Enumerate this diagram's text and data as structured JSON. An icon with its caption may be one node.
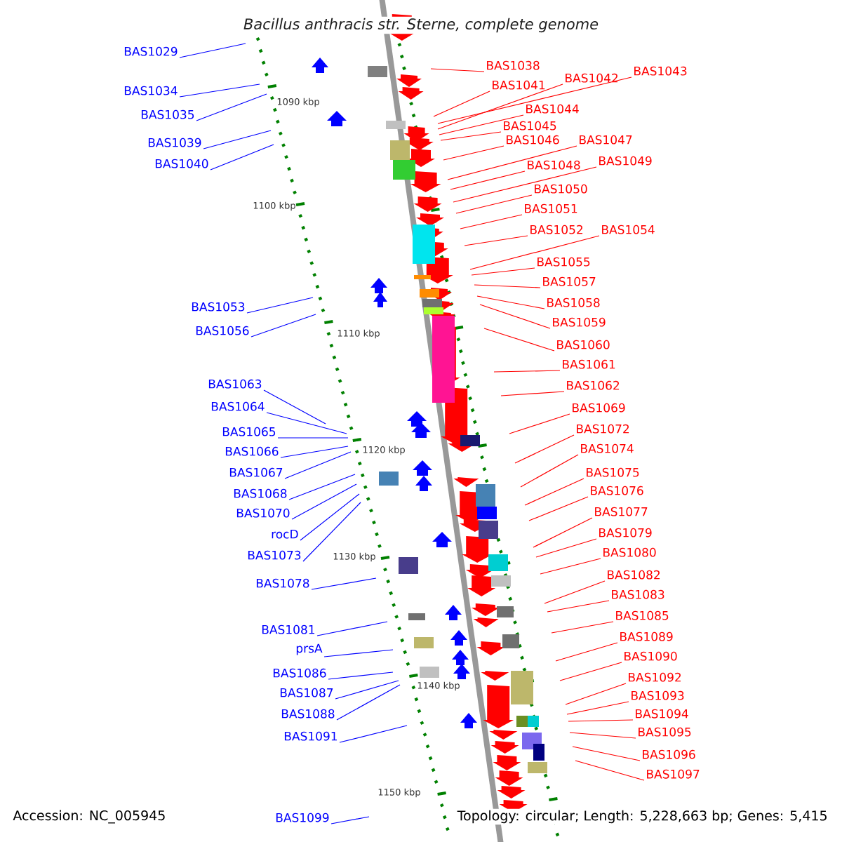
{
  "diagram": {
    "title": "*Bacillus anthracis* str. Sterne, complete genome",
    "nodes": [
      {
        "text": [
          "BAS1029"
        ]
      },
      {
        "text": [
          "BAS1034"
        ]
      },
      {
        "text": [
          "BAS1035"
        ]
      },
      {
        "text": [
          "BAS1039"
        ]
      },
      {
        "text": [
          "BAS1040"
        ]
      },
      {
        "text": [
          "BAS1053"
        ]
      },
      {
        "text": [
          "BAS1056"
        ]
      },
      {
        "text": [
          "BAS1063"
        ]
      },
      {
        "text": [
          "BAS1064"
        ]
      },
      {
        "text": [
          "BAS1065"
        ]
      },
      {
        "text": [
          "BAS1066"
        ]
      },
      {
        "text": [
          "BAS1067"
        ]
      },
      {
        "text": [
          "BAS1068"
        ]
      },
      {
        "text": [
          "BAS1070"
        ]
      },
      {
        "text": [
          "rocD"
        ]
      },
      {
        "text": [
          "BAS1073"
        ]
      },
      {
        "text": [
          "BAS1078"
        ]
      },
      {
        "text": [
          "BAS1081"
        ]
      },
      {
        "text": [
          "prsA"
        ]
      },
      {
        "text": [
          "BAS1086"
        ]
      },
      {
        "text": [
          "BAS1087"
        ]
      },
      {
        "text": [
          "BAS1088"
        ]
      },
      {
        "text": [
          "BAS1091"
        ]
      },
      {
        "text": [
          "BAS1099"
        ]
      },
      {
        "text": [
          "BAS1038"
        ]
      },
      {
        "text": [
          "BAS1041"
        ]
      },
      {
        "text": [
          "BAS1042"
        ]
      },
      {
        "text": [
          "BAS1043"
        ]
      },
      {
        "text": [
          "BAS1044"
        ]
      },
      {
        "text": [
          "BAS1045"
        ]
      },
      {
        "text": [
          "BAS1046"
        ]
      },
      {
        "text": [
          "BAS1047"
        ]
      },
      {
        "text": [
          "BAS1048"
        ]
      },
      {
        "text": [
          "BAS1049"
        ]
      },
      {
        "text": [
          "BAS1050"
        ]
      },
      {
        "text": [
          "BAS1051"
        ]
      },
      {
        "text": [
          "BAS1052"
        ]
      },
      {
        "text": [
          "BAS1054"
        ]
      },
      {
        "text": [
          "BAS1055"
        ]
      },
      {
        "text": [
          "BAS1057"
        ]
      },
      {
        "text": [
          "BAS1058"
        ]
      },
      {
        "text": [
          "BAS1059"
        ]
      },
      {
        "text": [
          "BAS1060"
        ]
      },
      {
        "text": [
          "BAS1061"
        ]
      },
      {
        "text": [
          "BAS1062"
        ]
      },
      {
        "text": [
          "BAS1069"
        ]
      },
      {
        "text": [
          "BAS1072"
        ]
      },
      {
        "text": [
          "BAS1074"
        ]
      },
      {
        "text": [
          "BAS1075"
        ]
      },
      {
        "text": [
          "BAS1076"
        ]
      },
      {
        "text": [
          "BAS1077"
        ]
      },
      {
        "text": [
          "BAS1079"
        ]
      },
      {
        "text": [
          "BAS1080"
        ]
      },
      {
        "text": [
          "BAS1082"
        ]
      },
      {
        "text": [
          "BAS1083"
        ]
      },
      {
        "text": [
          "BAS1085"
        ]
      },
      {
        "text": [
          "BAS1089"
        ]
      },
      {
        "text": [
          "BAS1090"
        ]
      },
      {
        "text": [
          "BAS1092"
        ]
      },
      {
        "text": [
          "BAS1093"
        ]
      },
      {
        "text": [
          "BAS1094"
        ]
      },
      {
        "text": [
          "BAS1095"
        ]
      },
      {
        "text": [
          "BAS1096"
        ]
      },
      {
        "text": [
          "BAS1097"
        ]
      }
    ],
    "edges": [
      {
        "from": 0,
        "to": null,
        "arrow": "none",
        "color": "#0000ff"
      },
      {
        "from": 1,
        "to": null,
        "arrow": "none",
        "color": "#0000ff"
      },
      {
        "from": 2,
        "to": null,
        "arrow": "none",
        "color": "#0000ff"
      },
      {
        "from": 3,
        "to": null,
        "arrow": "none",
        "color": "#0000ff"
      },
      {
        "from": 4,
        "to": null,
        "arrow": "none",
        "color": "#0000ff"
      },
      {
        "from": 5,
        "to": null,
        "arrow": "none",
        "color": "#0000ff"
      },
      {
        "from": 6,
        "to": null,
        "arrow": "none",
        "color": "#0000ff"
      },
      {
        "from": 7,
        "to": null,
        "arrow": "none",
        "color": "#0000ff"
      },
      {
        "from": 8,
        "to": null,
        "arrow": "none",
        "color": "#0000ff"
      },
      {
        "from": 9,
        "to": null,
        "arrow": "none",
        "color": "#0000ff"
      },
      {
        "from": 10,
        "to": null,
        "arrow": "none",
        "color": "#0000ff"
      },
      {
        "from": 11,
        "to": null,
        "arrow": "none",
        "color": "#0000ff"
      },
      {
        "from": 12,
        "to": null,
        "arrow": "none",
        "color": "#0000ff"
      },
      {
        "from": 13,
        "to": null,
        "arrow": "none",
        "color": "#0000ff"
      },
      {
        "from": 14,
        "to": null,
        "arrow": "none",
        "color": "#0000ff"
      },
      {
        "from": 15,
        "to": null,
        "arrow": "none",
        "color": "#0000ff"
      },
      {
        "from": 16,
        "to": null,
        "arrow": "none",
        "color": "#0000ff"
      },
      {
        "from": 17,
        "to": null,
        "arrow": "none",
        "color": "#0000ff"
      },
      {
        "from": 18,
        "to": null,
        "arrow": "none",
        "color": "#0000ff"
      },
      {
        "from": 19,
        "to": null,
        "arrow": "none",
        "color": "#0000ff"
      },
      {
        "from": 20,
        "to": null,
        "arrow": "none",
        "color": "#0000ff"
      },
      {
        "from": 21,
        "to": null,
        "arrow": "none",
        "color": "#0000ff"
      },
      {
        "from": 22,
        "to": null,
        "arrow": "none",
        "color": "#0000ff"
      },
      {
        "from": 23,
        "to": null,
        "arrow": "none",
        "color": "#0000ff"
      },
      {
        "from": 24,
        "to": null,
        "arrow": "none"
      },
      {
        "from": 25,
        "to": null,
        "arrow": "none"
      },
      {
        "from": 26,
        "to": null,
        "arrow": "none"
      },
      {
        "from": 27,
        "to": null,
        "arrow": "none"
      },
      {
        "from": 28,
        "to": null,
        "arrow": "none"
      },
      {
        "from": 29,
        "to": null,
        "arrow": "none"
      },
      {
        "from": 30,
        "to": null,
        "arrow": "none"
      },
      {
        "from": 31,
        "to": null,
        "arrow": "none"
      },
      {
        "from": 32,
        "to": null,
        "arrow": "none"
      },
      {
        "from": 33,
        "to": null,
        "arrow": "none"
      },
      {
        "from": 34,
        "to": null,
        "arrow": "none"
      },
      {
        "from": 35,
        "to": null,
        "arrow": "none"
      },
      {
        "from": 36,
        "to": null,
        "arrow": "none"
      },
      {
        "from": 37,
        "to": null,
        "arrow": "none"
      },
      {
        "from": 38,
        "to": null,
        "arrow": "none"
      },
      {
        "from": 39,
        "to": null,
        "arrow": "none"
      },
      {
        "from": 40,
        "to": null,
        "arrow": "none"
      },
      {
        "from": 41,
        "to": null,
        "arrow": "none"
      },
      {
        "from": 42,
        "to": null,
        "arrow": "none"
      },
      {
        "from": 43,
        "to": null,
        "arrow": "none"
      },
      {
        "from": 44,
        "to": null,
        "arrow": "none"
      },
      {
        "from": 45,
        "to": null,
        "arrow": "none"
      },
      {
        "from": 46,
        "to": null,
        "arrow": "none"
      },
      {
        "from": 47,
        "to": null,
        "arrow": "none"
      },
      {
        "from": 48,
        "to": null,
        "arrow": "none"
      },
      {
        "from": 49,
        "to": null,
        "arrow": "none"
      },
      {
        "from": 50,
        "to": null,
        "arrow": "none"
      },
      {
        "from": 51,
        "to": null,
        "arrow": "none"
      },
      {
        "from": 52,
        "to": null,
        "arrow": "none"
      },
      {
        "from": 53,
        "to": null,
        "arrow": "none"
      },
      {
        "from": 54,
        "to": null,
        "arrow": "none"
      },
      {
        "from": 55,
        "to": null,
        "arrow": "none"
      },
      {
        "from": 56,
        "to": null,
        "arrow": "none"
      },
      {
        "from": 57,
        "to": null,
        "arrow": "none"
      },
      {
        "from": 58,
        "to": null,
        "arrow": "none"
      },
      {
        "from": 59,
        "to": null,
        "arrow": "none"
      },
      {
        "from": 60,
        "to": null,
        "arrow": "none"
      },
      {
        "from": 61,
        "to": null,
        "arrow": "none"
      },
      {
        "from": 62,
        "to": null,
        "arrow": "none"
      },
      {
        "from": 63,
        "to": null,
        "arrow": "none"
      }
    ],
    "labels": [
      "1090 kbp",
      "1100 kbp",
      "1110 kbp",
      "1120 kbp",
      "1130 kbp",
      "1140 kbp",
      "1150 kbp",
      "Accession: NC_005945",
      "Topology: circular; Length: 5,228,663 bp; Genes: 5,415"
    ]
  }
}
